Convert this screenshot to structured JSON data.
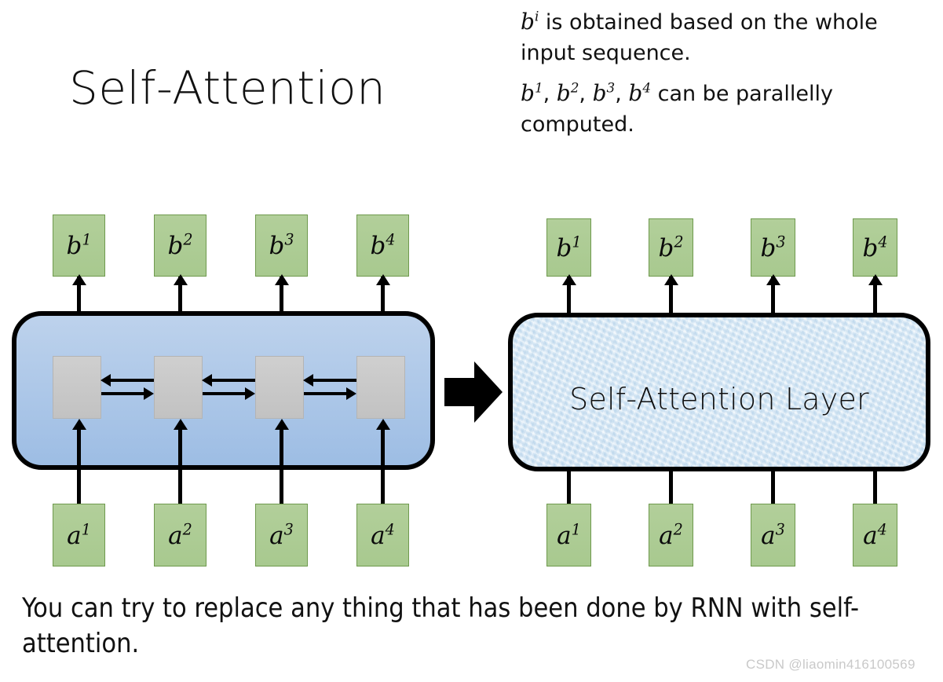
{
  "slide": {
    "title": "Self-Attention"
  },
  "note": {
    "paragraph1": {
      "var": "b",
      "sup": "i",
      "text": " is obtained based on the whole input sequence."
    },
    "paragraph2": {
      "vars": [
        {
          "var": "b",
          "sup": "1"
        },
        {
          "var": "b",
          "sup": "2"
        },
        {
          "var": "b",
          "sup": "3"
        },
        {
          "var": "b",
          "sup": "4"
        }
      ],
      "separator": ", ",
      "text": " can be parallelly computed."
    }
  },
  "caption": {
    "text": "You can try to replace any thing that has been done by RNN with self-attention."
  },
  "watermark": {
    "text": "CSDN @liaomin416100569"
  },
  "colors": {
    "green_box": "#adc995",
    "green_border": "#6f9a4e",
    "rnn_blue_top": "#bdd2ec",
    "rnn_blue_bottom": "#9dbde4",
    "attention_fill": "#dcebf7",
    "cell_gray": "#c8c8c8",
    "stroke": "#000000",
    "watermark_gray": "#c9c9c9"
  },
  "left_diagram": {
    "name": "rnn-block",
    "outputs": [
      {
        "var": "b",
        "sup": "1"
      },
      {
        "var": "b",
        "sup": "2"
      },
      {
        "var": "b",
        "sup": "3"
      },
      {
        "var": "b",
        "sup": "4"
      }
    ],
    "inputs": [
      {
        "var": "a",
        "sup": "1"
      },
      {
        "var": "a",
        "sup": "2"
      },
      {
        "var": "a",
        "sup": "3"
      },
      {
        "var": "a",
        "sup": "4"
      }
    ],
    "cell_count": 4,
    "bidirectional": true
  },
  "right_diagram": {
    "name": "self-attention-block",
    "layer_label": "Self-Attention Layer",
    "outputs": [
      {
        "var": "b",
        "sup": "1"
      },
      {
        "var": "b",
        "sup": "2"
      },
      {
        "var": "b",
        "sup": "3"
      },
      {
        "var": "b",
        "sup": "4"
      }
    ],
    "inputs": [
      {
        "var": "a",
        "sup": "1"
      },
      {
        "var": "a",
        "sup": "2"
      },
      {
        "var": "a",
        "sup": "3"
      },
      {
        "var": "a",
        "sup": "4"
      }
    ]
  }
}
